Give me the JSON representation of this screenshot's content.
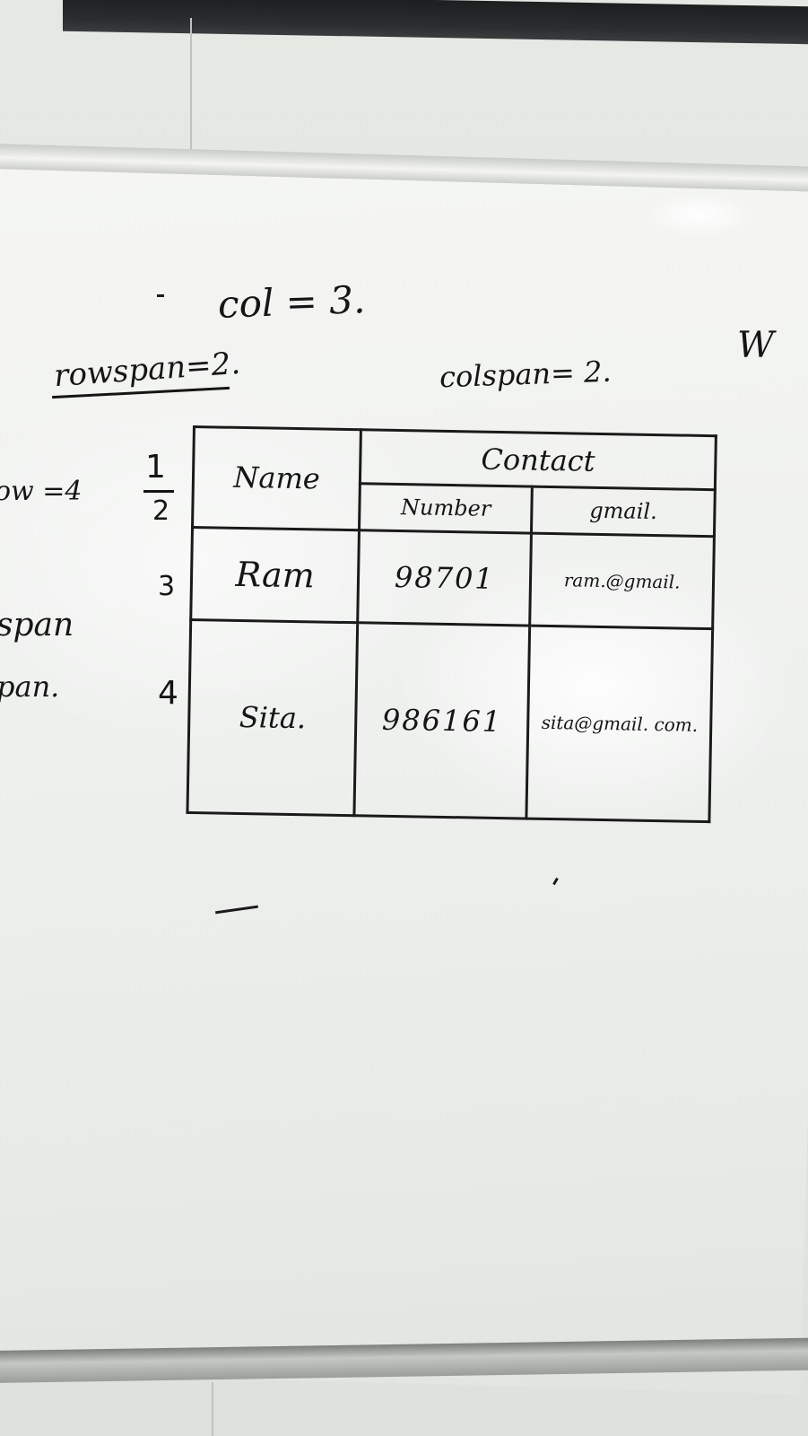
{
  "whiteboard": {
    "col_note": "col = 3.",
    "rowspan_note": "rowspan=2.",
    "colspan_note": "colspan= 2.",
    "right_edge_mark": "W",
    "left_row_note": "ow =4",
    "left_span_1": "span",
    "left_span_2": "pan.",
    "row_numbers": [
      "1",
      "2",
      "3",
      "4"
    ],
    "table": {
      "header_name": "Name",
      "header_contact": "Contact",
      "sub_number": "Number",
      "sub_gmail": "gmail.",
      "rows": [
        {
          "name": "Ram",
          "number": "98701",
          "mail": "ram.@gmail."
        },
        {
          "name": "Sita.",
          "number": "986161",
          "mail": "sita@gmail. com."
        }
      ]
    }
  }
}
